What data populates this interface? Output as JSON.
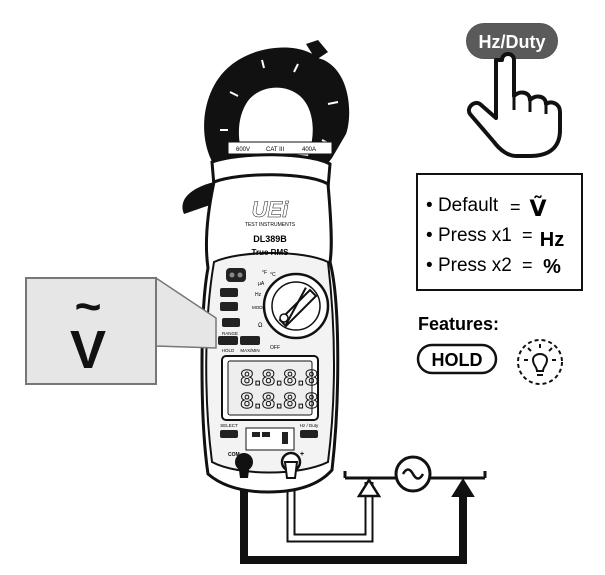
{
  "hz_button": {
    "label": "Hz/Duty"
  },
  "meter": {
    "brand": "UEi",
    "brand_sub": "TEST INSTRUMENTS",
    "model": "DL389B",
    "subtitle": "True RMS",
    "jaw_rating": {
      "volts": "600V",
      "cat": "CAT III",
      "amps": "400A"
    },
    "buttons": {
      "range": "RANGE",
      "hold": "HOLD",
      "maxmin": "MAX/MIN",
      "select": "SELECT",
      "hz_duty": "Hz / Duty",
      "off": "OFF"
    },
    "ports": {
      "com": "COM",
      "plus": "+"
    },
    "display": {
      "primary": "8.8.8.8",
      "secondary": "8.8.8.8"
    },
    "dial_labels": [
      "°F",
      "°C",
      "µA",
      "Hz",
      "MODE",
      "Ω"
    ]
  },
  "zoom": {
    "symbol_top": "~",
    "symbol_main": "V"
  },
  "info_box": {
    "lines": [
      {
        "text": "Default",
        "value": "Ṽ"
      },
      {
        "text": "Press x1",
        "value": "Hz"
      },
      {
        "text": "Press x2",
        "value": "%"
      }
    ],
    "bullet": "•",
    "equals": "="
  },
  "features": {
    "title": "Features:",
    "hold_label": "HOLD"
  }
}
